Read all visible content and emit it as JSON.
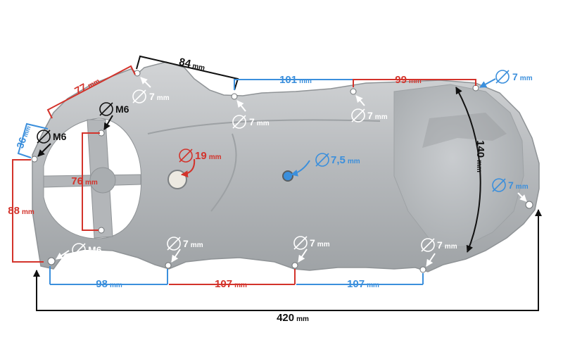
{
  "colors": {
    "red": "#d3332b",
    "blue": "#3b8fdc",
    "black": "#111111",
    "part": "#b9bcbf"
  },
  "dimensions": {
    "top_left_77": {
      "value": "77",
      "unit": "mm"
    },
    "top_84": {
      "value": "84",
      "unit": "mm"
    },
    "top_101": {
      "value": "101",
      "unit": "mm"
    },
    "top_99": {
      "value": "99",
      "unit": "mm"
    },
    "left_36": {
      "value": "36",
      "unit": "mm"
    },
    "left_88": {
      "value": "88",
      "unit": "mm"
    },
    "inner_76": {
      "value": "76",
      "unit": "mm"
    },
    "height_140": {
      "value": "140",
      "unit": "mm"
    },
    "bottom_98": {
      "value": "98",
      "unit": "mm"
    },
    "bottom_107_a": {
      "value": "107",
      "unit": "mm"
    },
    "bottom_107_b": {
      "value": "107",
      "unit": "mm"
    },
    "overall_420": {
      "value": "420",
      "unit": "mm"
    }
  },
  "holes": {
    "h7_top_left": {
      "symbol": "⌀",
      "value": "7",
      "unit": "mm"
    },
    "h7_top_mid": {
      "symbol": "⌀",
      "value": "7",
      "unit": "mm"
    },
    "h7_top_right": {
      "symbol": "⌀",
      "value": "7",
      "unit": "mm"
    },
    "h7_far_right_top": {
      "symbol": "⌀",
      "value": "7",
      "unit": "mm"
    },
    "h7_right_end": {
      "symbol": "⌀",
      "value": "7",
      "unit": "mm"
    },
    "h7_bottom_1": {
      "symbol": "⌀",
      "value": "7",
      "unit": "mm"
    },
    "h7_bottom_2": {
      "symbol": "⌀",
      "value": "7",
      "unit": "mm"
    },
    "h7_bottom_3": {
      "symbol": "⌀",
      "value": "7",
      "unit": "mm"
    },
    "m6_upper": {
      "symbol": "⌀",
      "value": "M6",
      "unit": ""
    },
    "m6_left": {
      "symbol": "⌀",
      "value": "M6",
      "unit": ""
    },
    "m6_bottom": {
      "symbol": "⌀",
      "value": "M6",
      "unit": ""
    },
    "d19": {
      "symbol": "⌀",
      "value": "19",
      "unit": "mm"
    },
    "d7_5": {
      "symbol": "⌀",
      "value": "7,5",
      "unit": "mm"
    }
  }
}
